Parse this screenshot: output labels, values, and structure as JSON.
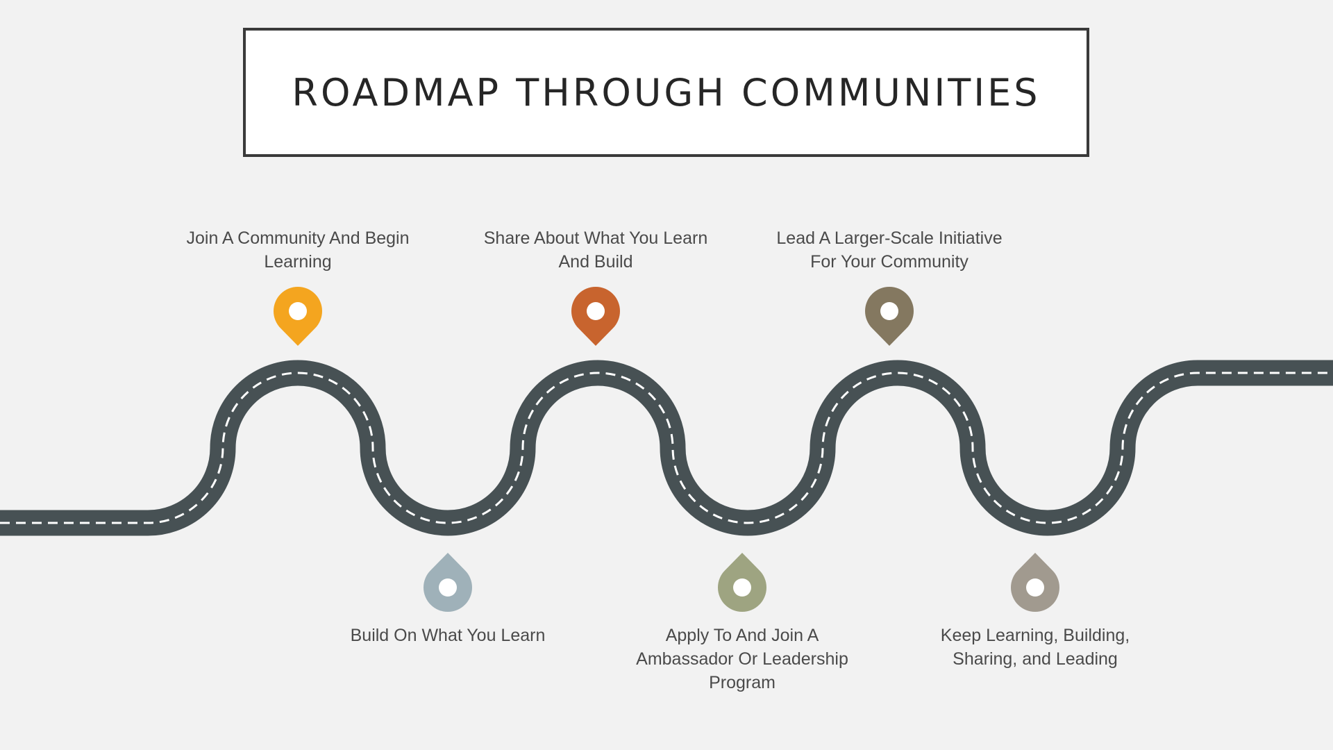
{
  "title": "ROADMAP THROUGH COMMUNITIES",
  "colors": {
    "background": "#f2f2f2",
    "road": "#475154",
    "road_dash": "#ffffff",
    "title_border": "#3a3a3a"
  },
  "steps": [
    {
      "label": "Join A Community And Begin Learning",
      "pin_color": "#f4a51f"
    },
    {
      "label": "Build On What You Learn",
      "pin_color": "#9fb1b9"
    },
    {
      "label": "Share About What You Learn And Build",
      "pin_color": "#c8642e"
    },
    {
      "label": "Apply To And Join A Ambassador Or Leadership Program",
      "pin_color": "#9ea481"
    },
    {
      "label": "Lead A Larger-Scale Initiative For Your Community",
      "pin_color": "#847860"
    },
    {
      "label": "Keep Learning, Building, Sharing, and Leading",
      "pin_color": "#a19a8f"
    }
  ]
}
